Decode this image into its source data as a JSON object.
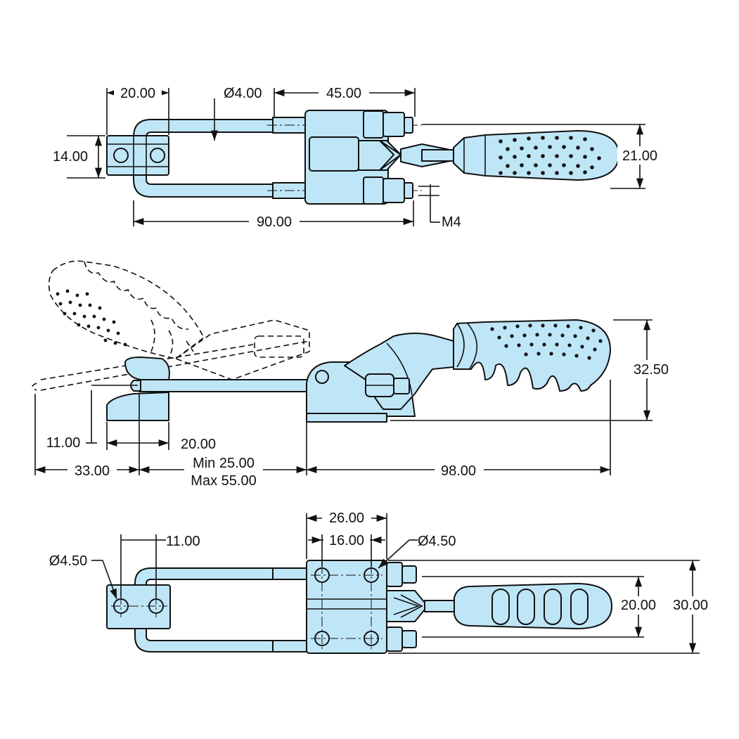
{
  "top_view": {
    "dims": {
      "width_20": "20.00",
      "pin_dia": "Ø4.00",
      "length_45": "45.00",
      "height_14": "14.00",
      "overall_90": "90.00",
      "handle_21": "21.00",
      "thread": "M4"
    }
  },
  "side_view": {
    "dims": {
      "height_32_5": "32.50",
      "offset_11": "11.00",
      "base_20": "20.00",
      "reach_33": "33.00",
      "range_min": "Min 25.00",
      "range_max": "Max 55.00",
      "length_98": "98.00"
    }
  },
  "bottom_view": {
    "dims": {
      "base_26": "26.00",
      "holes_16": "16.00",
      "hole_dia_right": "Ø4.50",
      "spacing_11": "11.00",
      "hole_dia_left": "Ø4.50",
      "inner_20": "20.00",
      "overall_30": "30.00"
    }
  },
  "colors": {
    "part_fill": "#bfe6f7",
    "outline": "#111111"
  }
}
